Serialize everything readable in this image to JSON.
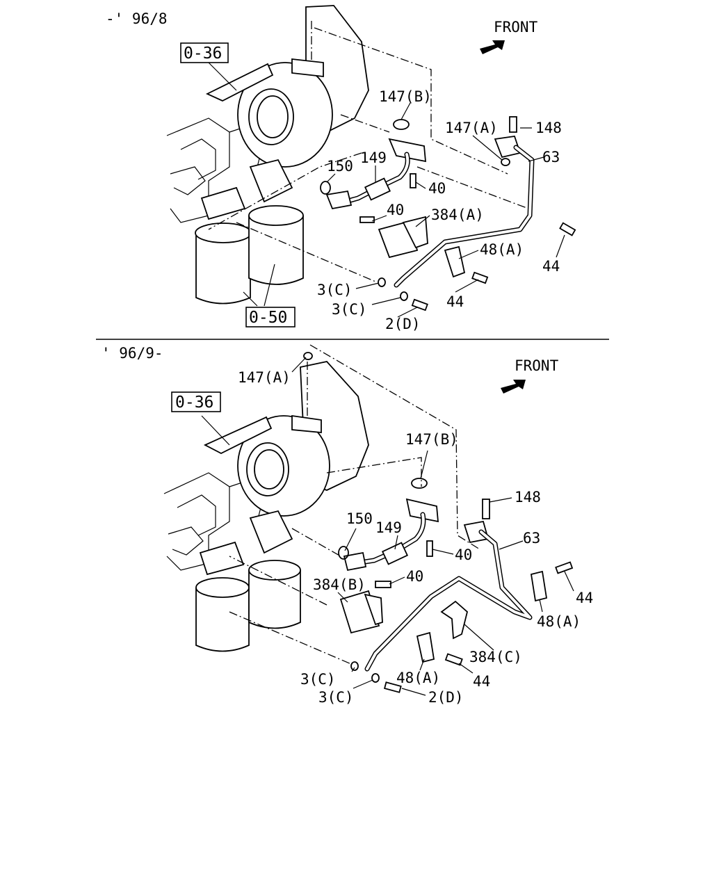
{
  "panels": [
    {
      "range": "-' 96/8",
      "front": "FRONT",
      "boxes": [
        "0-36",
        "0-50"
      ],
      "labels": [
        "147(B)",
        "147(A)",
        "148",
        "63",
        "150",
        "149",
        "40",
        "40",
        "384(A)",
        "48(A)",
        "44",
        "44",
        "3(C)",
        "3(C)",
        "2(D)"
      ]
    },
    {
      "range": "' 96/9-",
      "front": "FRONT",
      "boxes": [
        "0-36"
      ],
      "labels": [
        "147(A)",
        "147(B)",
        "148",
        "63",
        "150",
        "149",
        "40",
        "40",
        "384(B)",
        "44",
        "48(A)",
        "384(C)",
        "3(C)",
        "48(A)",
        "44",
        "3(C)",
        "2(D)"
      ]
    }
  ]
}
